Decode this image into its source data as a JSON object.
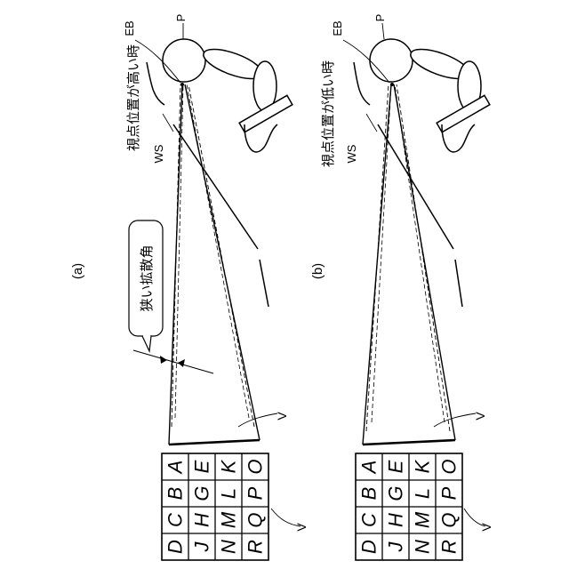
{
  "panels": [
    {
      "id": "a",
      "label": "(a)",
      "viewpoint_text": "視点位置が高い時",
      "callout_text": "狭い拡散角",
      "eb_label": "EB",
      "p_label": "P",
      "ws_label": "WS",
      "v_label_lower": "V",
      "v_label_grid": "V",
      "grid_rows": [
        [
          "A",
          "E",
          "K",
          "O"
        ],
        [
          "B",
          "G",
          "L",
          "P"
        ],
        [
          "C",
          "H",
          "M",
          "Q"
        ],
        [
          "D",
          "J",
          "N",
          "R"
        ]
      ]
    },
    {
      "id": "b",
      "label": "(b)",
      "viewpoint_text": "視点位置が低い時",
      "eb_label": "EB",
      "p_label": "P",
      "ws_label": "WS",
      "v_label_lower": "V",
      "v_label_grid": "V",
      "grid_rows": [
        [
          "A",
          "E",
          "K",
          "O"
        ],
        [
          "B",
          "G",
          "L",
          "P"
        ],
        [
          "C",
          "H",
          "M",
          "Q"
        ],
        [
          "D",
          "J",
          "N",
          "R"
        ]
      ]
    }
  ]
}
